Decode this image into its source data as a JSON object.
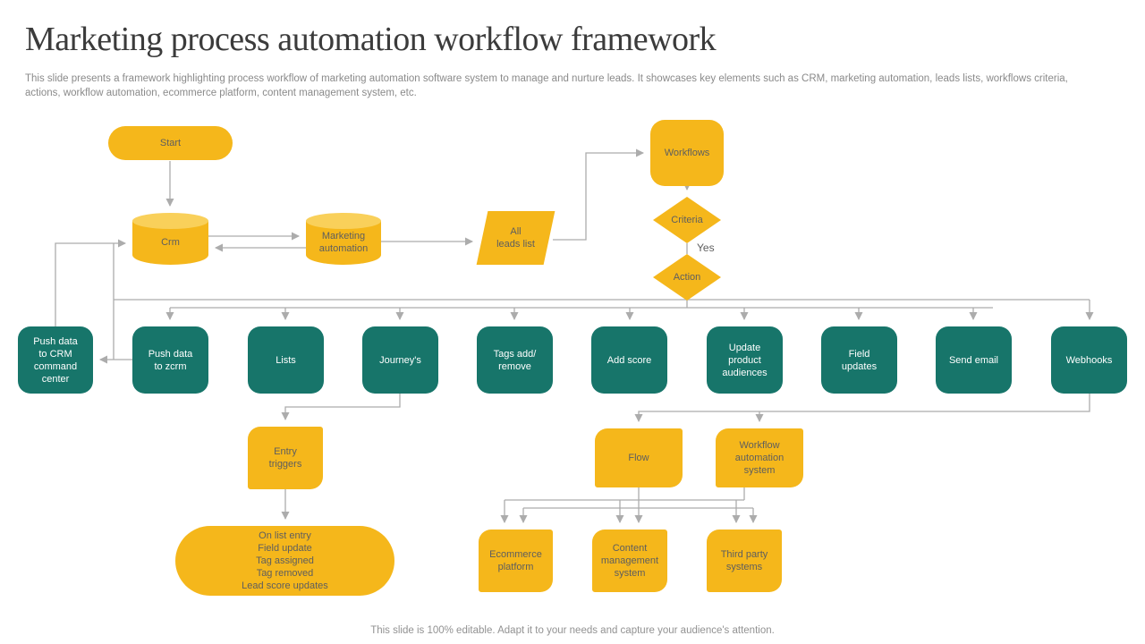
{
  "slide": {
    "title": "Marketing process automation workflow framework",
    "description": "This slide presents a framework  highlighting process workflow of marketing automation software system to manage and nurture leads. It showcases key elements such as CRM, marketing automation, leads lists, workflows criteria,\nactions, workflow automation, ecommerce platform, content management system, etc.",
    "footer": "This slide is 100% editable. Adapt it to your needs and capture your audience's attention."
  },
  "colors": {
    "accent_yellow": "#f5b71b",
    "accent_yellow_light": "#f9d05a",
    "accent_teal": "#17756a",
    "connector_gray": "#acacac",
    "shape_text_gray": "#5e5e5e",
    "title_text": "#3b3b3b"
  },
  "diagram": {
    "nodes": {
      "start": "Start",
      "crm": "Crm",
      "marketing_automation": "Marketing\nautomation",
      "all_leads_list": "All\nleads list",
      "workflows": "Workflows",
      "criteria": "Criteria",
      "yes_label": "Yes",
      "action": "Action",
      "push_data_crm_command": "Push data\nto CRM\ncommand\ncenter",
      "push_data_zcrm": "Push data\nto zcrm",
      "lists": "Lists",
      "journeys": "Journey's",
      "tags_add_remove": "Tags add/\nremove",
      "add_score": "Add score",
      "update_product_audiences": "Update\nproduct\naudiences",
      "field_updates": "Field\nupdates",
      "send_email": "Send email",
      "webhooks": "Webhooks",
      "entry_triggers": "Entry\ntriggers",
      "trigger_types": "On list entry\nField update\nTag assigned\nTag removed\nLead score updates",
      "flow": "Flow",
      "workflow_automation_system": "Workflow\nautomation\nsystem",
      "ecommerce_platform": "Ecommerce\nplatform",
      "content_management_system": "Content\nmanagement\nsystem",
      "third_party_systems": "Third party\nsystems"
    }
  }
}
